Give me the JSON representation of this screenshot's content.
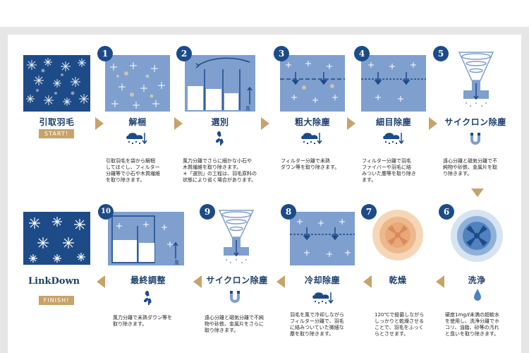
{
  "start_label": "START!",
  "finish_label": "FINISH!",
  "logo_text": "LinkDown",
  "steps": [
    {
      "num": "",
      "title": "引取羽毛",
      "desc": []
    },
    {
      "num": "1",
      "title": "解梱",
      "desc": [
        "引取羽毛を袋から解梱",
        "してほぐし、フィルター",
        "分離等で小石や木質繊維",
        "を取り除きます。"
      ]
    },
    {
      "num": "2",
      "title": "選別",
      "desc": [
        "風力分離でさらに細かな小石や",
        "木質繊維を取り除きます。",
        "＊「選別」の工程は、羽毛原料の",
        "状態により省く場合があります。"
      ]
    },
    {
      "num": "3",
      "title": "粗大除塵",
      "desc": [
        "フィルター分離で未熟",
        "ダウン等を取り除きます。"
      ]
    },
    {
      "num": "4",
      "title": "細目除塵",
      "desc": [
        "フィルター分離で羽毛",
        "ファイバーや羽毛に絡",
        "みついた塵等を取り除き",
        "ます。"
      ]
    },
    {
      "num": "5",
      "title": "サイクロン除塵",
      "desc": [
        "遠心分離と磁気分離で不",
        "純物や砂鉄、金属片を取",
        "り除きます。"
      ]
    },
    {
      "num": "6",
      "title": "洗浄",
      "desc": [
        "硬度1mg/ℓ未満の超軟水",
        "を使用し、洗浄分離でホ",
        "コリ、油脂、砂等の汚れ",
        "と臭いを取り除きます。"
      ]
    },
    {
      "num": "7",
      "title": "乾燥",
      "desc": [
        "120℃で殺菌しながら",
        "しっかりと乾燥させる",
        "ことで、羽毛をふっく",
        "らとさせます。"
      ]
    },
    {
      "num": "8",
      "title": "冷却除塵",
      "desc": [
        "羽毛を風で冷却しながら",
        "フィルター分離で、羽毛",
        "に絡みついていた微細な",
        "塵を取り除きます。"
      ]
    },
    {
      "num": "9",
      "title": "サイクロン除塵",
      "desc": [
        "遠心分離と磁気分離で不純",
        "物や砂鉄、金属片をさらに",
        "取り除きます。"
      ]
    },
    {
      "num": "10",
      "title": "最終調整",
      "desc": [
        "風力分離で未熟ダウン等を",
        "取り除きます。"
      ]
    }
  ],
  "wind_label": "風",
  "colors": {
    "navy": "#1d4b88",
    "tile": "#7f9fcf",
    "gold": "#c7a36a",
    "orange": "#d9895a"
  }
}
